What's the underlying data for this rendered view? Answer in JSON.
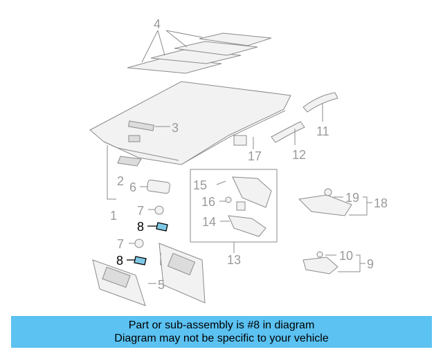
{
  "callouts": {
    "c1": "1",
    "c2": "2",
    "c3": "3",
    "c4": "4",
    "c5": "5",
    "c6": "6",
    "c7a": "7",
    "c7b": "7",
    "c8a": "8",
    "c8b": "8",
    "c9": "9",
    "c10": "10",
    "c11": "11",
    "c12": "12",
    "c13": "13",
    "c14": "14",
    "c15": "15",
    "c16": "16",
    "c17": "17",
    "c18": "18",
    "c19": "19"
  },
  "banner": {
    "line1": "Part or sub-assembly is #8 in diagram",
    "line2": "Diagram may not be specific to your vehicle",
    "background": "#5bc2f2"
  },
  "highlight_color": "#7fc8e6"
}
